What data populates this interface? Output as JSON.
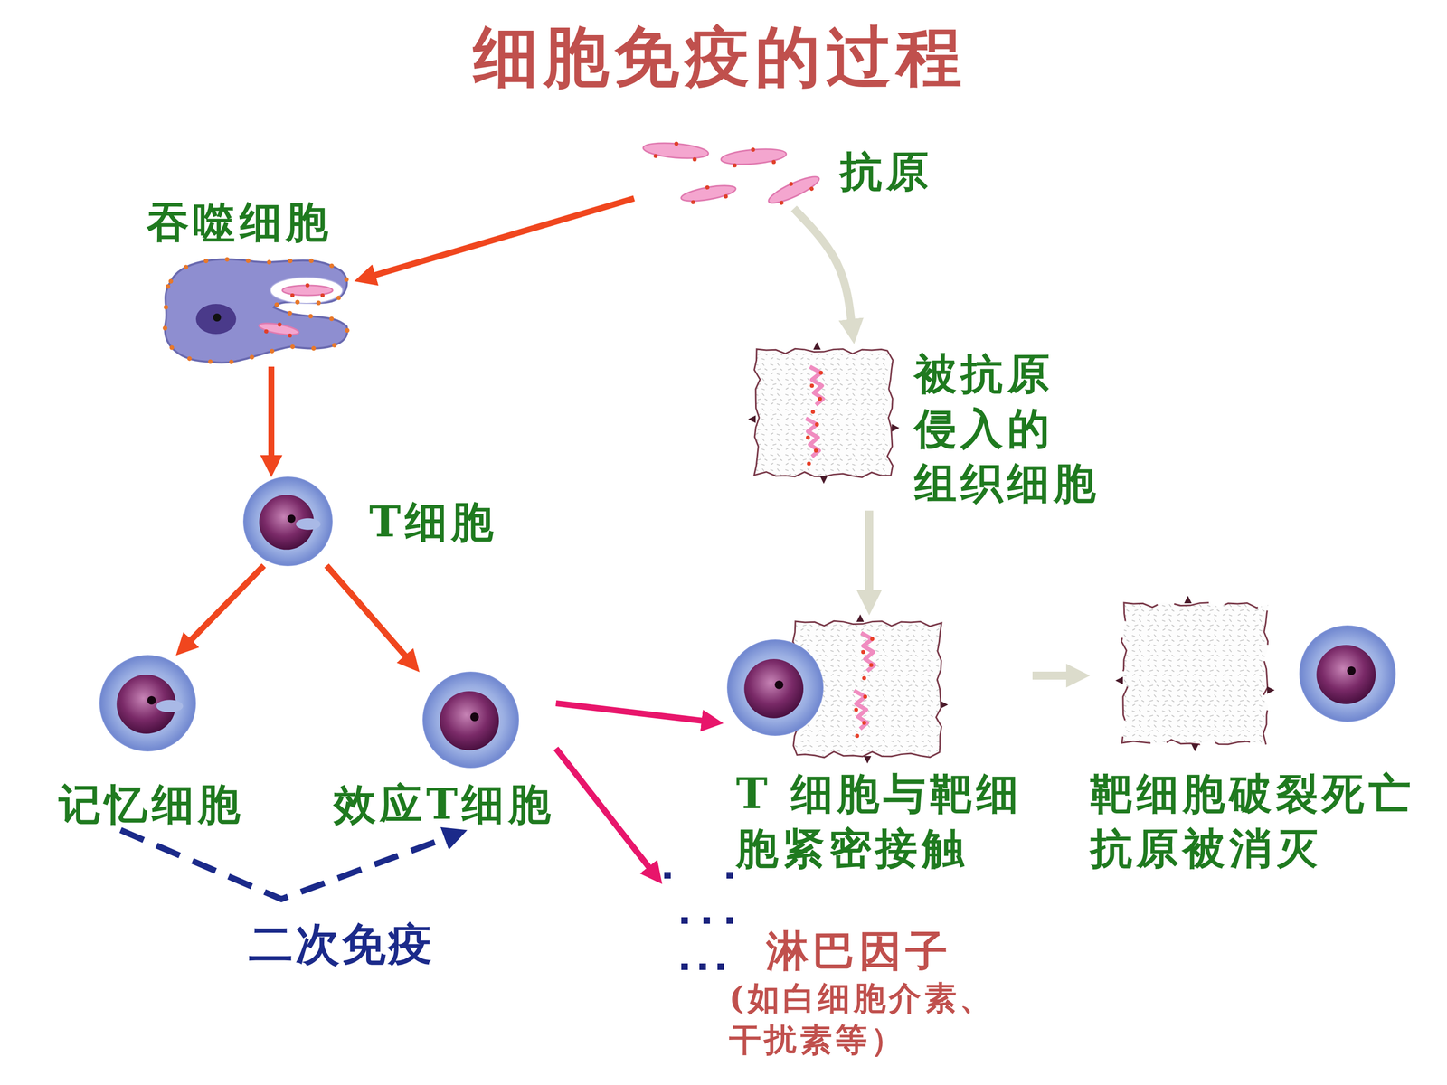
{
  "diagram": {
    "title": "细胞免疫的过程",
    "nodes": [
      {
        "text": [
          "抗原"
        ]
      },
      {
        "text": [
          "吞噬细胞"
        ]
      },
      {
        "text": [
          "被抗原 侵入的 组织细胞"
        ]
      },
      {
        "text": [
          "T细胞"
        ]
      },
      {
        "text": [
          "记忆细胞"
        ]
      },
      {
        "text": [
          "效应T细胞"
        ]
      },
      {
        "text": [
          "T 细胞与靶细 胞紧密接触"
        ]
      },
      {
        "text": [
          "靶细胞破裂死亡 抗原被消灭"
        ]
      },
      {
        "text": [
          "淋巴因子",
          "(如白细胞介素、 干扰素等）"
        ]
      }
    ],
    "edges": [
      {
        "from": 0,
        "to": 1,
        "arrow": "to"
      },
      {
        "from": 0,
        "to": 2,
        "arrow": "to"
      },
      {
        "from": 1,
        "to": 3,
        "arrow": "to"
      },
      {
        "from": 3,
        "to": 4,
        "arrow": "to"
      },
      {
        "from": 3,
        "to": 5,
        "arrow": "to"
      },
      {
        "from": 2,
        "to": 6,
        "arrow": "to"
      },
      {
        "from": 5,
        "to": 6,
        "arrow": "to"
      },
      {
        "from": 6,
        "to": 7,
        "arrow": "to"
      },
      {
        "from": 5,
        "to": 8,
        "arrow": "to"
      },
      {
        "from": 4,
        "to": 5,
        "arrow": "to",
        "label": "二次免疫"
      }
    ]
  }
}
